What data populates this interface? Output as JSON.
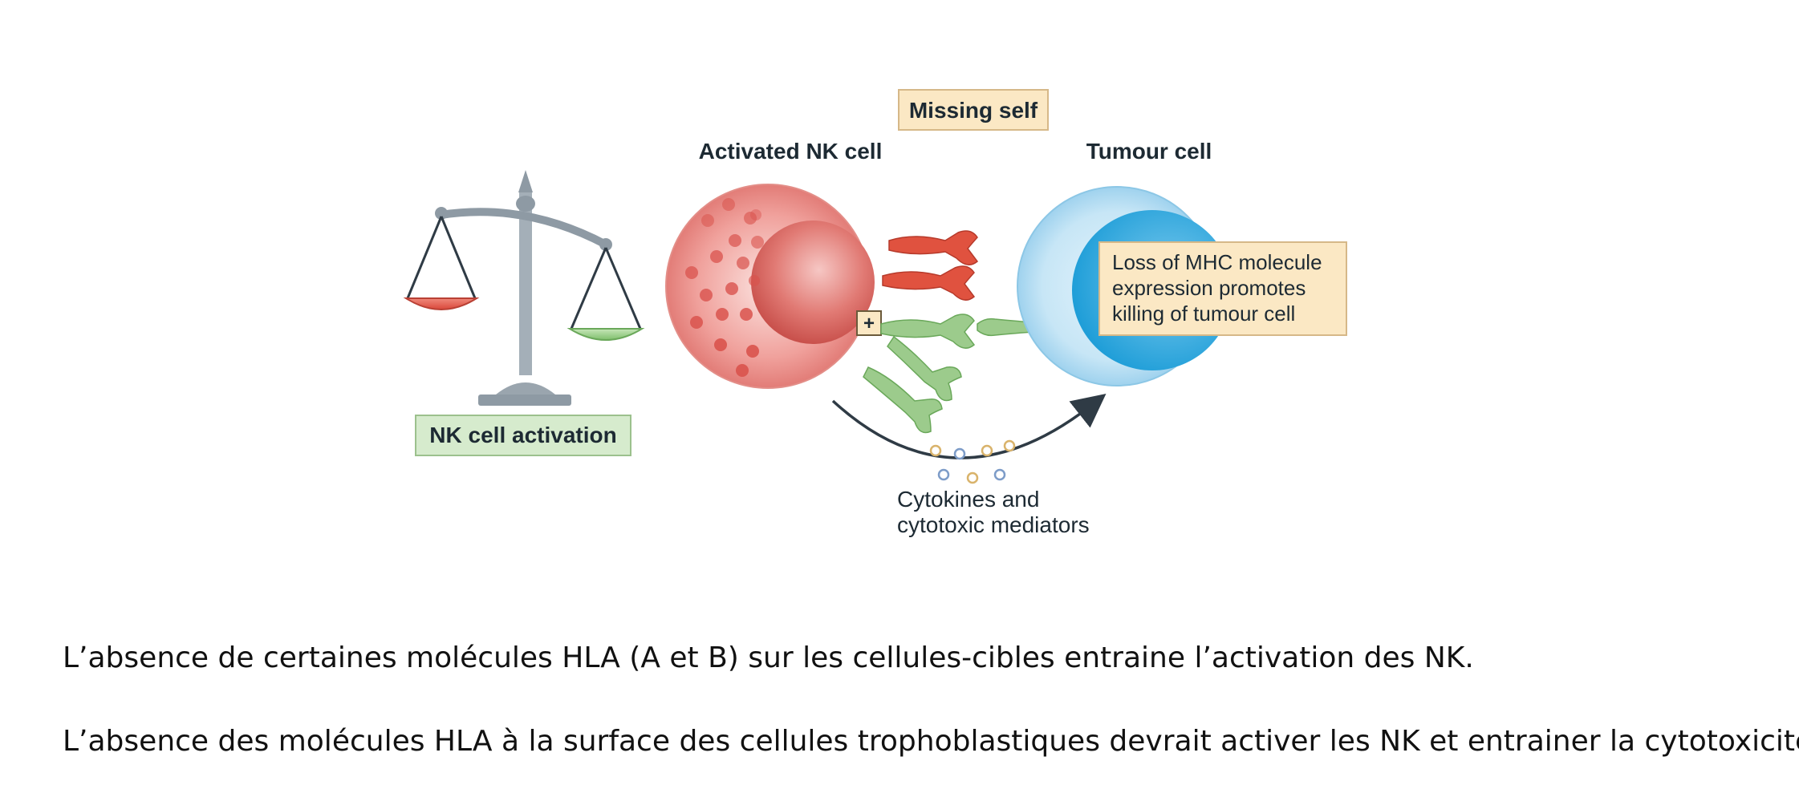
{
  "diagram": {
    "missing_self_label": "Missing self",
    "nk_cell_label": "Activated NK cell",
    "tumour_cell_label": "Tumour cell",
    "nk_activation_label": "NK cell activation",
    "plus_sign": "+",
    "mhc_note_lines": [
      "Loss of MHC molecule",
      "expression promotes",
      "killing of tumour cell"
    ],
    "cytokines_lines": [
      "Cytokines and",
      "cytotoxic mediators"
    ],
    "colors": {
      "nk_cell": "#e57f7c",
      "tumour_cell": "#bfe0f3",
      "tumour_nucleus": "#3aaee0",
      "inhibitory_receptor": "#e0523f",
      "activating_receptor": "#9ccb8c",
      "label_beige": "#fbe8c4",
      "label_green": "#d6ebcd",
      "scale_gray": "#9aa5ae"
    }
  },
  "text": {
    "paragraph_1": "L’absence de certaines molécules HLA (A et B) sur les cellules-cibles entraine l’activation des NK.",
    "paragraph_2": "L’absence des molécules HLA à la surface des cellules trophoblastiques devrait activer les NK et entrainer la cytotoxicité"
  }
}
